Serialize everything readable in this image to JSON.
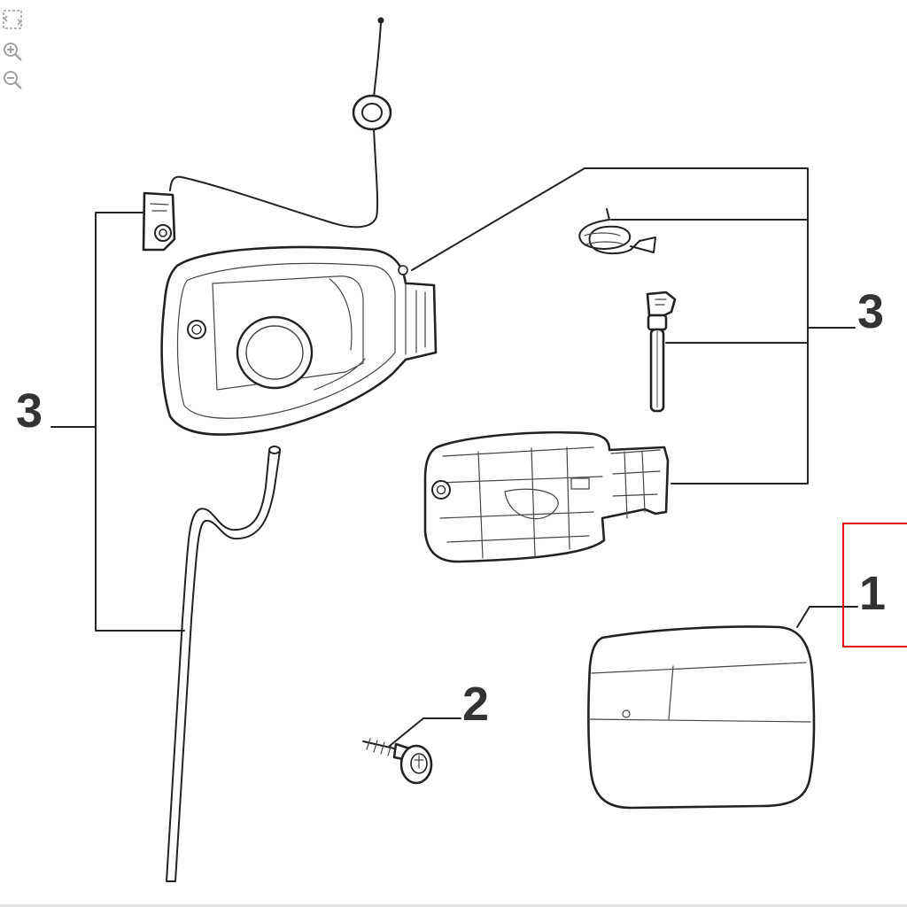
{
  "toolbar": {
    "icons": [
      "fit-to-page-icon",
      "zoom-in-icon",
      "zoom-out-icon"
    ]
  },
  "callouts": {
    "left_group": "3",
    "right_group": "3",
    "screw": "2",
    "fuel_door": "1"
  },
  "colors": {
    "line": "#222222",
    "callout_text": "#333333",
    "highlight": "#dd1111",
    "toolbar_icon": "#9a9a9a"
  }
}
